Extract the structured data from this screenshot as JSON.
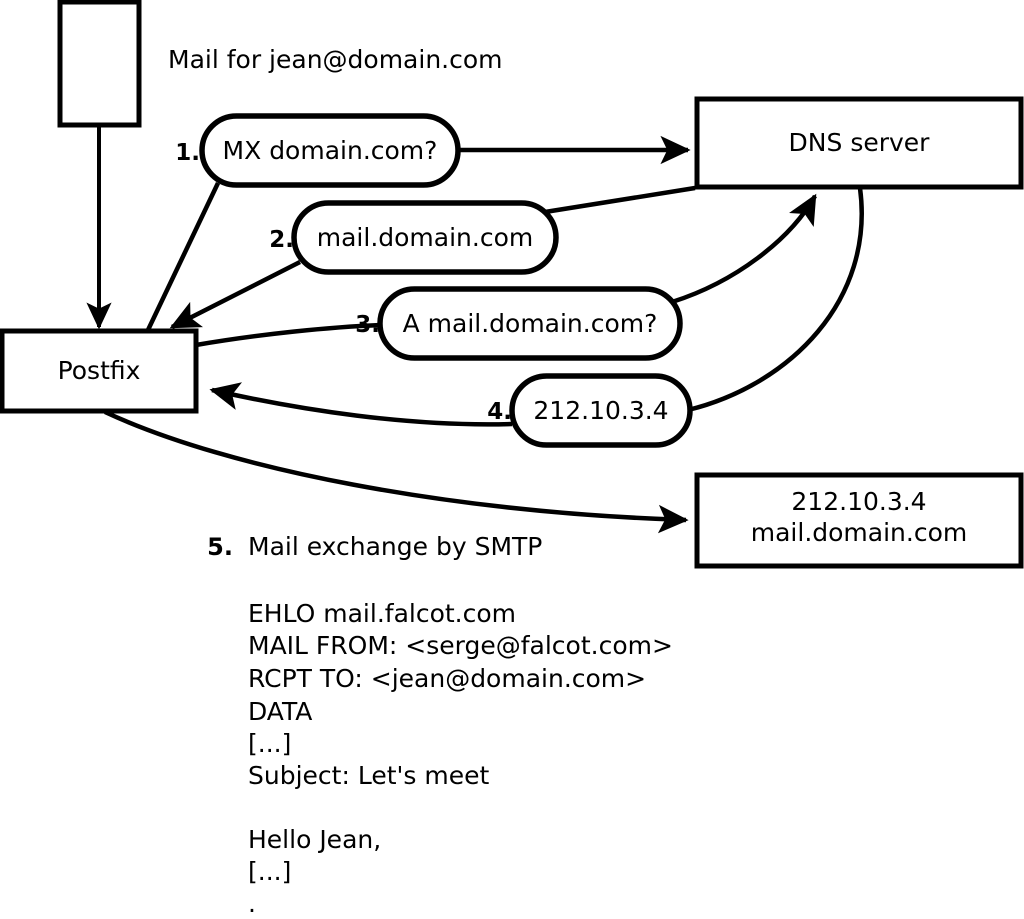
{
  "diagram": {
    "title_caption": "Mail for jean@domain.com",
    "nodes": {
      "mua": {
        "label": ""
      },
      "postfix": {
        "label": "Postfix"
      },
      "dns": {
        "label": "DNS server"
      },
      "remote_ip": {
        "line1": "212.10.3.4"
      },
      "remote_host": {
        "line2": "mail.domain.com"
      }
    },
    "steps": [
      {
        "number": "1.",
        "message": "MX domain.com?"
      },
      {
        "number": "2.",
        "message": "mail.domain.com"
      },
      {
        "number": "3.",
        "message": "A mail.domain.com?"
      },
      {
        "number": "4.",
        "message": "212.10.3.4"
      }
    ],
    "step5": {
      "number": "5.",
      "label": "Mail exchange by SMTP"
    },
    "smtp_transcript": [
      "EHLO mail.falcot.com",
      "MAIL FROM: <serge@falcot.com>",
      "RCPT TO: <jean@domain.com>",
      "DATA",
      "[...]",
      "Subject: Let's meet",
      "",
      "Hello Jean,",
      "[...]",
      "."
    ],
    "colors": {
      "stroke": "#000000",
      "fill": "#ffffff",
      "text": "#000000"
    }
  }
}
